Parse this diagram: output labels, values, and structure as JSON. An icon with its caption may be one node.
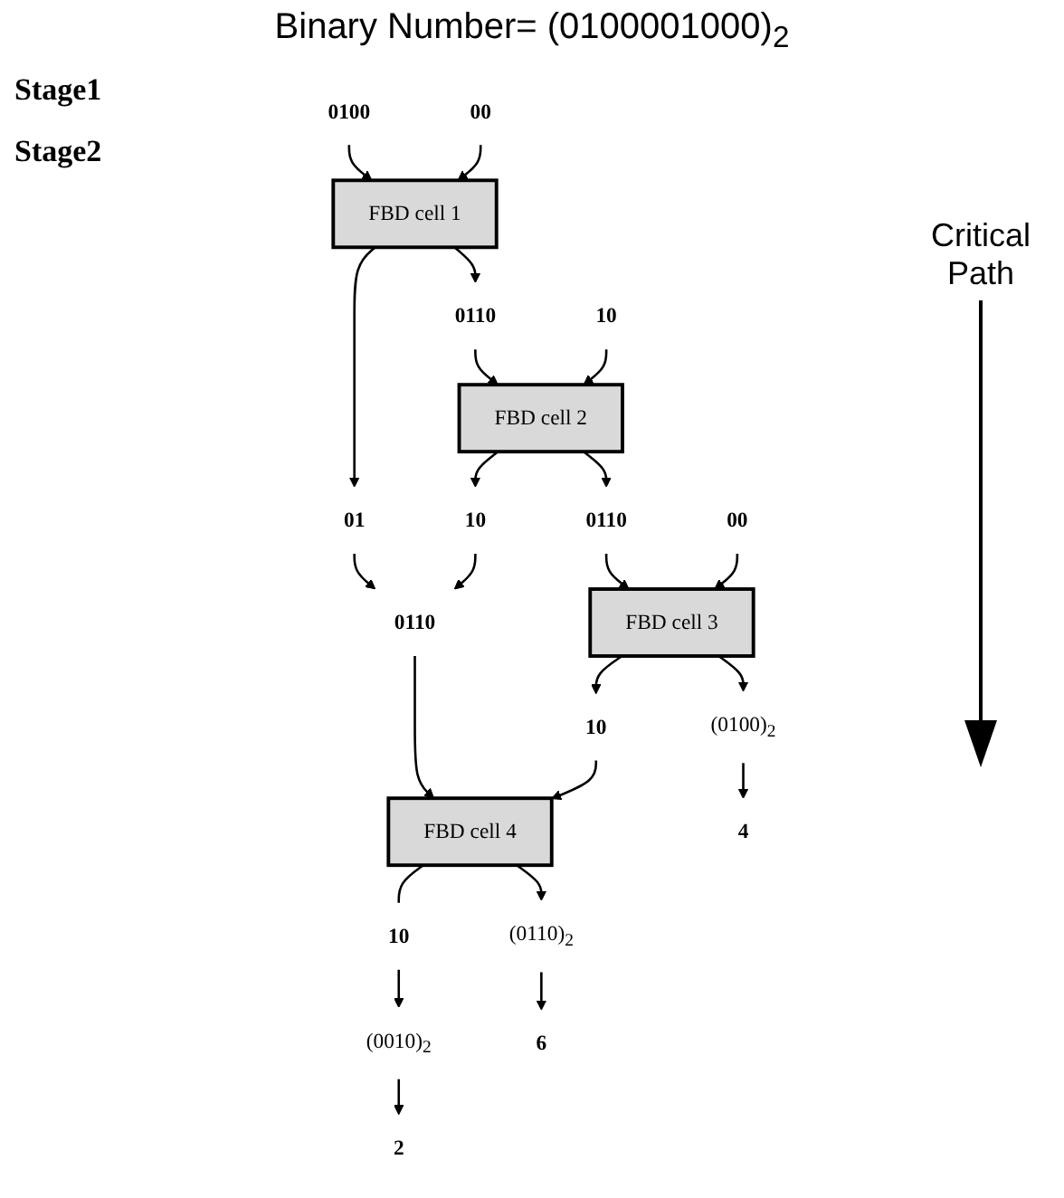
{
  "diagram": {
    "title": "Binary Number= (0100001000)$_{2}$",
    "nodes": [
      {
        "text": [
          "0100"
        ]
      },
      {
        "text": [
          "FBD cell 1"
        ]
      },
      {
        "text": [
          "00"
        ]
      },
      {
        "text": [
          "01"
        ]
      },
      {
        "text": [
          "0110"
        ]
      },
      {
        "text": [
          "FBD cell 2"
        ]
      },
      {
        "text": [
          "10"
        ]
      },
      {
        "text": [
          "10"
        ]
      },
      {
        "text": [
          "0110"
        ]
      },
      {
        "text": [
          "0110"
        ]
      },
      {
        "text": [
          "FBD cell 4"
        ]
      },
      {
        "text": [
          "10"
        ]
      },
      {
        "text": [
          "FBD cell 3"
        ]
      },
      {
        "text": [
          "00"
        ]
      },
      {
        "text": [
          "10"
        ]
      },
      {
        "text": [
          "(0010)$_{2}$"
        ]
      },
      {
        "text": [
          "(0110)$_{2}$"
        ]
      },
      {
        "text": [
          "(0100)$_{2}$"
        ]
      },
      {
        "text": [
          "2"
        ]
      },
      {
        "text": [
          "6"
        ]
      },
      {
        "text": [
          "4"
        ]
      }
    ],
    "edges": [
      {
        "from": 0,
        "to": 1,
        "arrow": "to"
      },
      {
        "from": 2,
        "to": 1,
        "arrow": "to"
      },
      {
        "from": 1,
        "to": 3,
        "arrow": "to"
      },
      {
        "from": 1,
        "to": 4,
        "arrow": "to"
      },
      {
        "from": 4,
        "to": 5,
        "arrow": "to"
      },
      {
        "from": 6,
        "to": 5,
        "arrow": "to"
      },
      {
        "from": 5,
        "to": 7,
        "arrow": "to"
      },
      {
        "from": 5,
        "to": 8,
        "arrow": "to"
      },
      {
        "from": 8,
        "to": 12,
        "arrow": "to"
      },
      {
        "from": 3,
        "to": 9,
        "arrow": "to"
      },
      {
        "from": 7,
        "to": 9,
        "arrow": "to"
      },
      {
        "from": 9,
        "to": 10,
        "arrow": "to"
      },
      {
        "from": 13,
        "to": 12,
        "arrow": "to"
      },
      {
        "from": 12,
        "to": 14,
        "arrow": "to"
      },
      {
        "from": 14,
        "to": 10,
        "arrow": "to"
      },
      {
        "from": 10,
        "to": 11,
        "arrow": "none"
      },
      {
        "from": 11,
        "to": 15,
        "arrow": "to"
      },
      {
        "from": 10,
        "to": 16,
        "arrow": "to"
      },
      {
        "from": 12,
        "to": 17,
        "arrow": "to"
      },
      {
        "from": 15,
        "to": 18,
        "arrow": "to"
      },
      {
        "from": 16,
        "to": 19,
        "arrow": "to"
      },
      {
        "from": 17,
        "to": 20,
        "arrow": "to"
      }
    ],
    "labels": [
      "Stage1",
      "Stage2",
      "Critical Path"
    ]
  }
}
